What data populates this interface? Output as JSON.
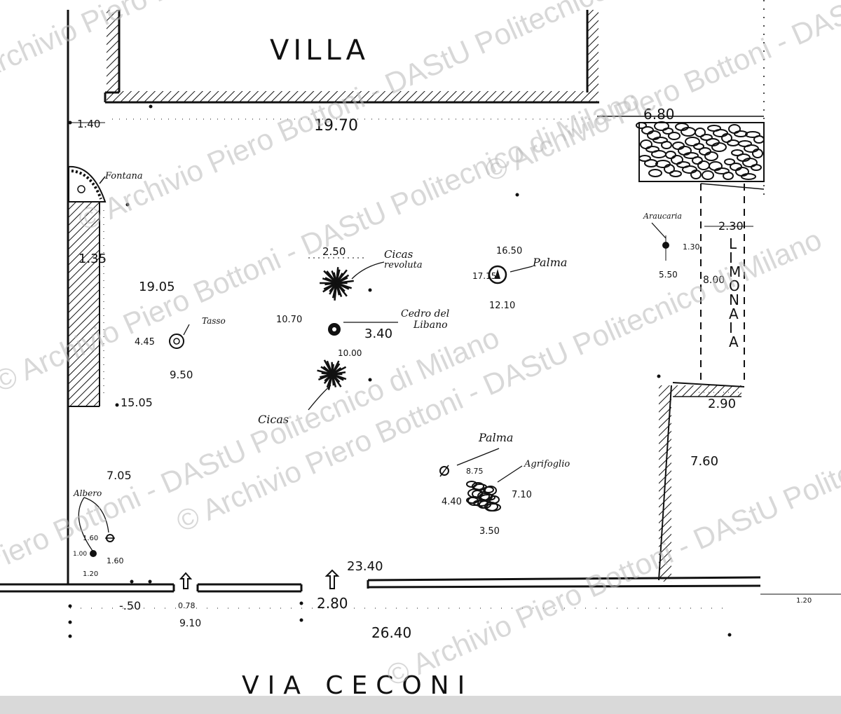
{
  "title": "VILLA",
  "street_label": "VIA CECONI",
  "limonaia_label": "LIMONAIA",
  "dimensions": {
    "top_left_setback": "1.40",
    "villa_width": "19.70",
    "limonaia_width_top": "6.80",
    "left_pillar": "1.35",
    "left_depth": "19.05",
    "left_lower": "15.05",
    "left_bottom": "7.05",
    "limonaia_depth": "2.30",
    "limonaia_length": "8.00",
    "right_wall_width": "2.90",
    "right_wall_length": "7.60",
    "street_depth": "23.40",
    "gate_width": "2.80",
    "gate_small": "0.78",
    "gate_offset": "9.10",
    "bottom_left": "-.50",
    "total_width": "26.40",
    "right_stamp": "1.20"
  },
  "plants": {
    "fountain": "Fontana",
    "cycas_revoluta": "Cicas revoluta",
    "cycas": "Cicas",
    "cedar": "Cedro del Libano",
    "palm_top": "Palma",
    "palm_bottom": "Palma",
    "yew": "Tasso",
    "holly": "Agrifoglio",
    "araucaria": "Araucaria",
    "tree": "Albero"
  },
  "plant_measures": {
    "cycas_top": "2.50",
    "cedar_left": "10.70",
    "cedar_size": "3.40",
    "cedar_bottom": "10.00",
    "palm_top_up": "16.50",
    "palm_top_left": "17.15",
    "palm_top_down": "12.10",
    "yew_left": "4.45",
    "yew_down": "9.50",
    "palm_bottom_right": "8.75",
    "palm_bottom_down": "4.40",
    "holly_right": "7.10",
    "holly_down": "3.50",
    "araucaria_right": "1.30",
    "araucaria_down": "5.50",
    "tree_left": "1.60",
    "tree_down": "1.60",
    "tree_small_left": "1.00",
    "tree_small_down": "1.20"
  },
  "watermark": "© Archivio Piero Bottoni - DAStU Politecnico di Milano",
  "colors": {
    "ink": "#111111",
    "paper": "#ffffff",
    "watermark": "#b9b9b9"
  }
}
